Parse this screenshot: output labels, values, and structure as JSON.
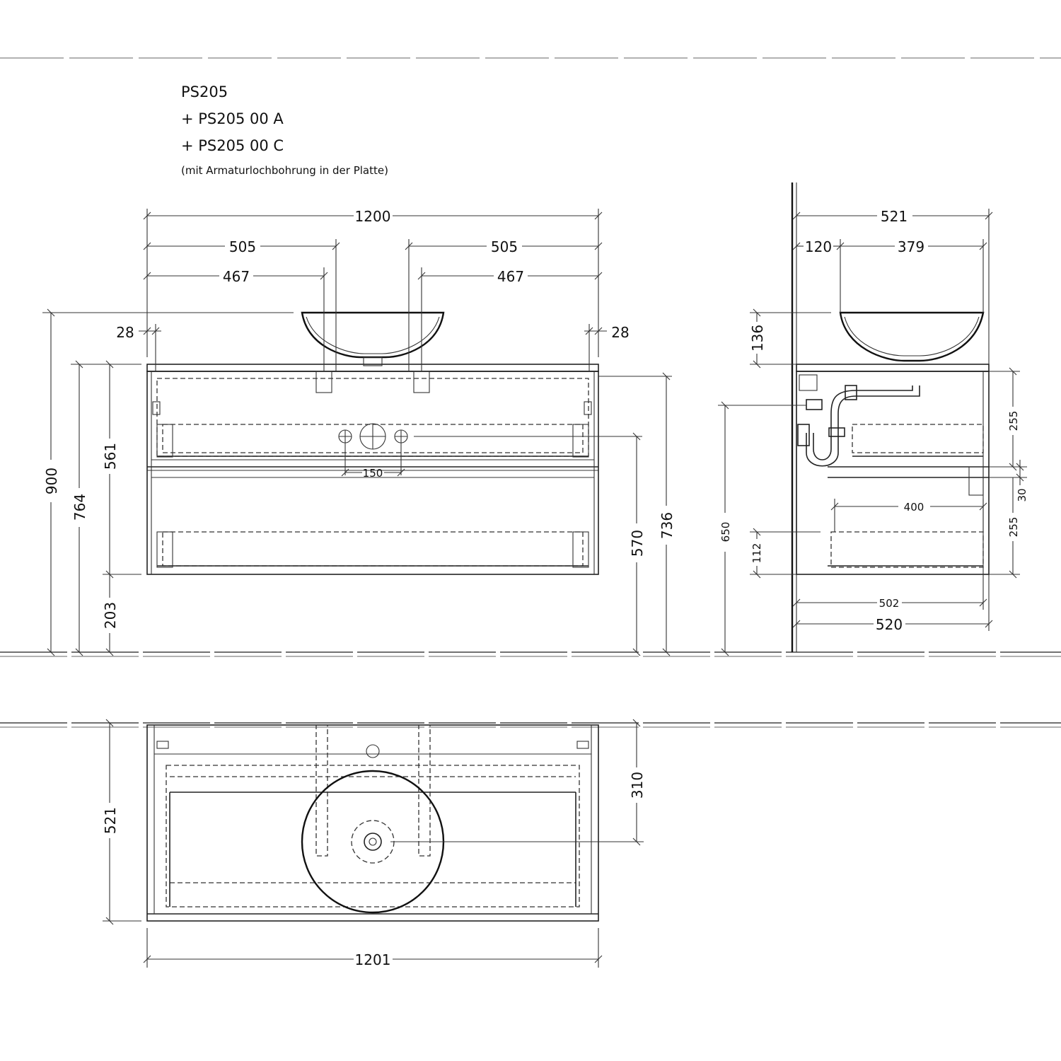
{
  "title": {
    "model": "PS205",
    "variant_a": "+ PS205 00 A",
    "variant_c": "+ PS205 00 C",
    "note": "(mit Armaturlochbohrung in der Platte)"
  },
  "front_view": {
    "width_total": "1200",
    "left_505": "505",
    "right_505": "505",
    "left_467": "467",
    "right_467": "467",
    "left_28": "28",
    "right_28": "28",
    "height_900": "900",
    "height_764": "764",
    "height_561": "561",
    "height_203": "203",
    "hole_spacing_150": "150",
    "height_570": "570",
    "height_736": "736"
  },
  "side_view": {
    "depth_521": "521",
    "offset_120": "120",
    "bowl_379": "379",
    "height_136": "136",
    "height_650": "650",
    "height_112": "112",
    "drawer_255_top": "255",
    "gap_30": "30",
    "drawer_255_bottom": "255",
    "drawer_400": "400",
    "depth_502": "502",
    "depth_520": "520"
  },
  "top_view": {
    "depth_521": "521",
    "offset_310": "310",
    "width_1201": "1201"
  }
}
